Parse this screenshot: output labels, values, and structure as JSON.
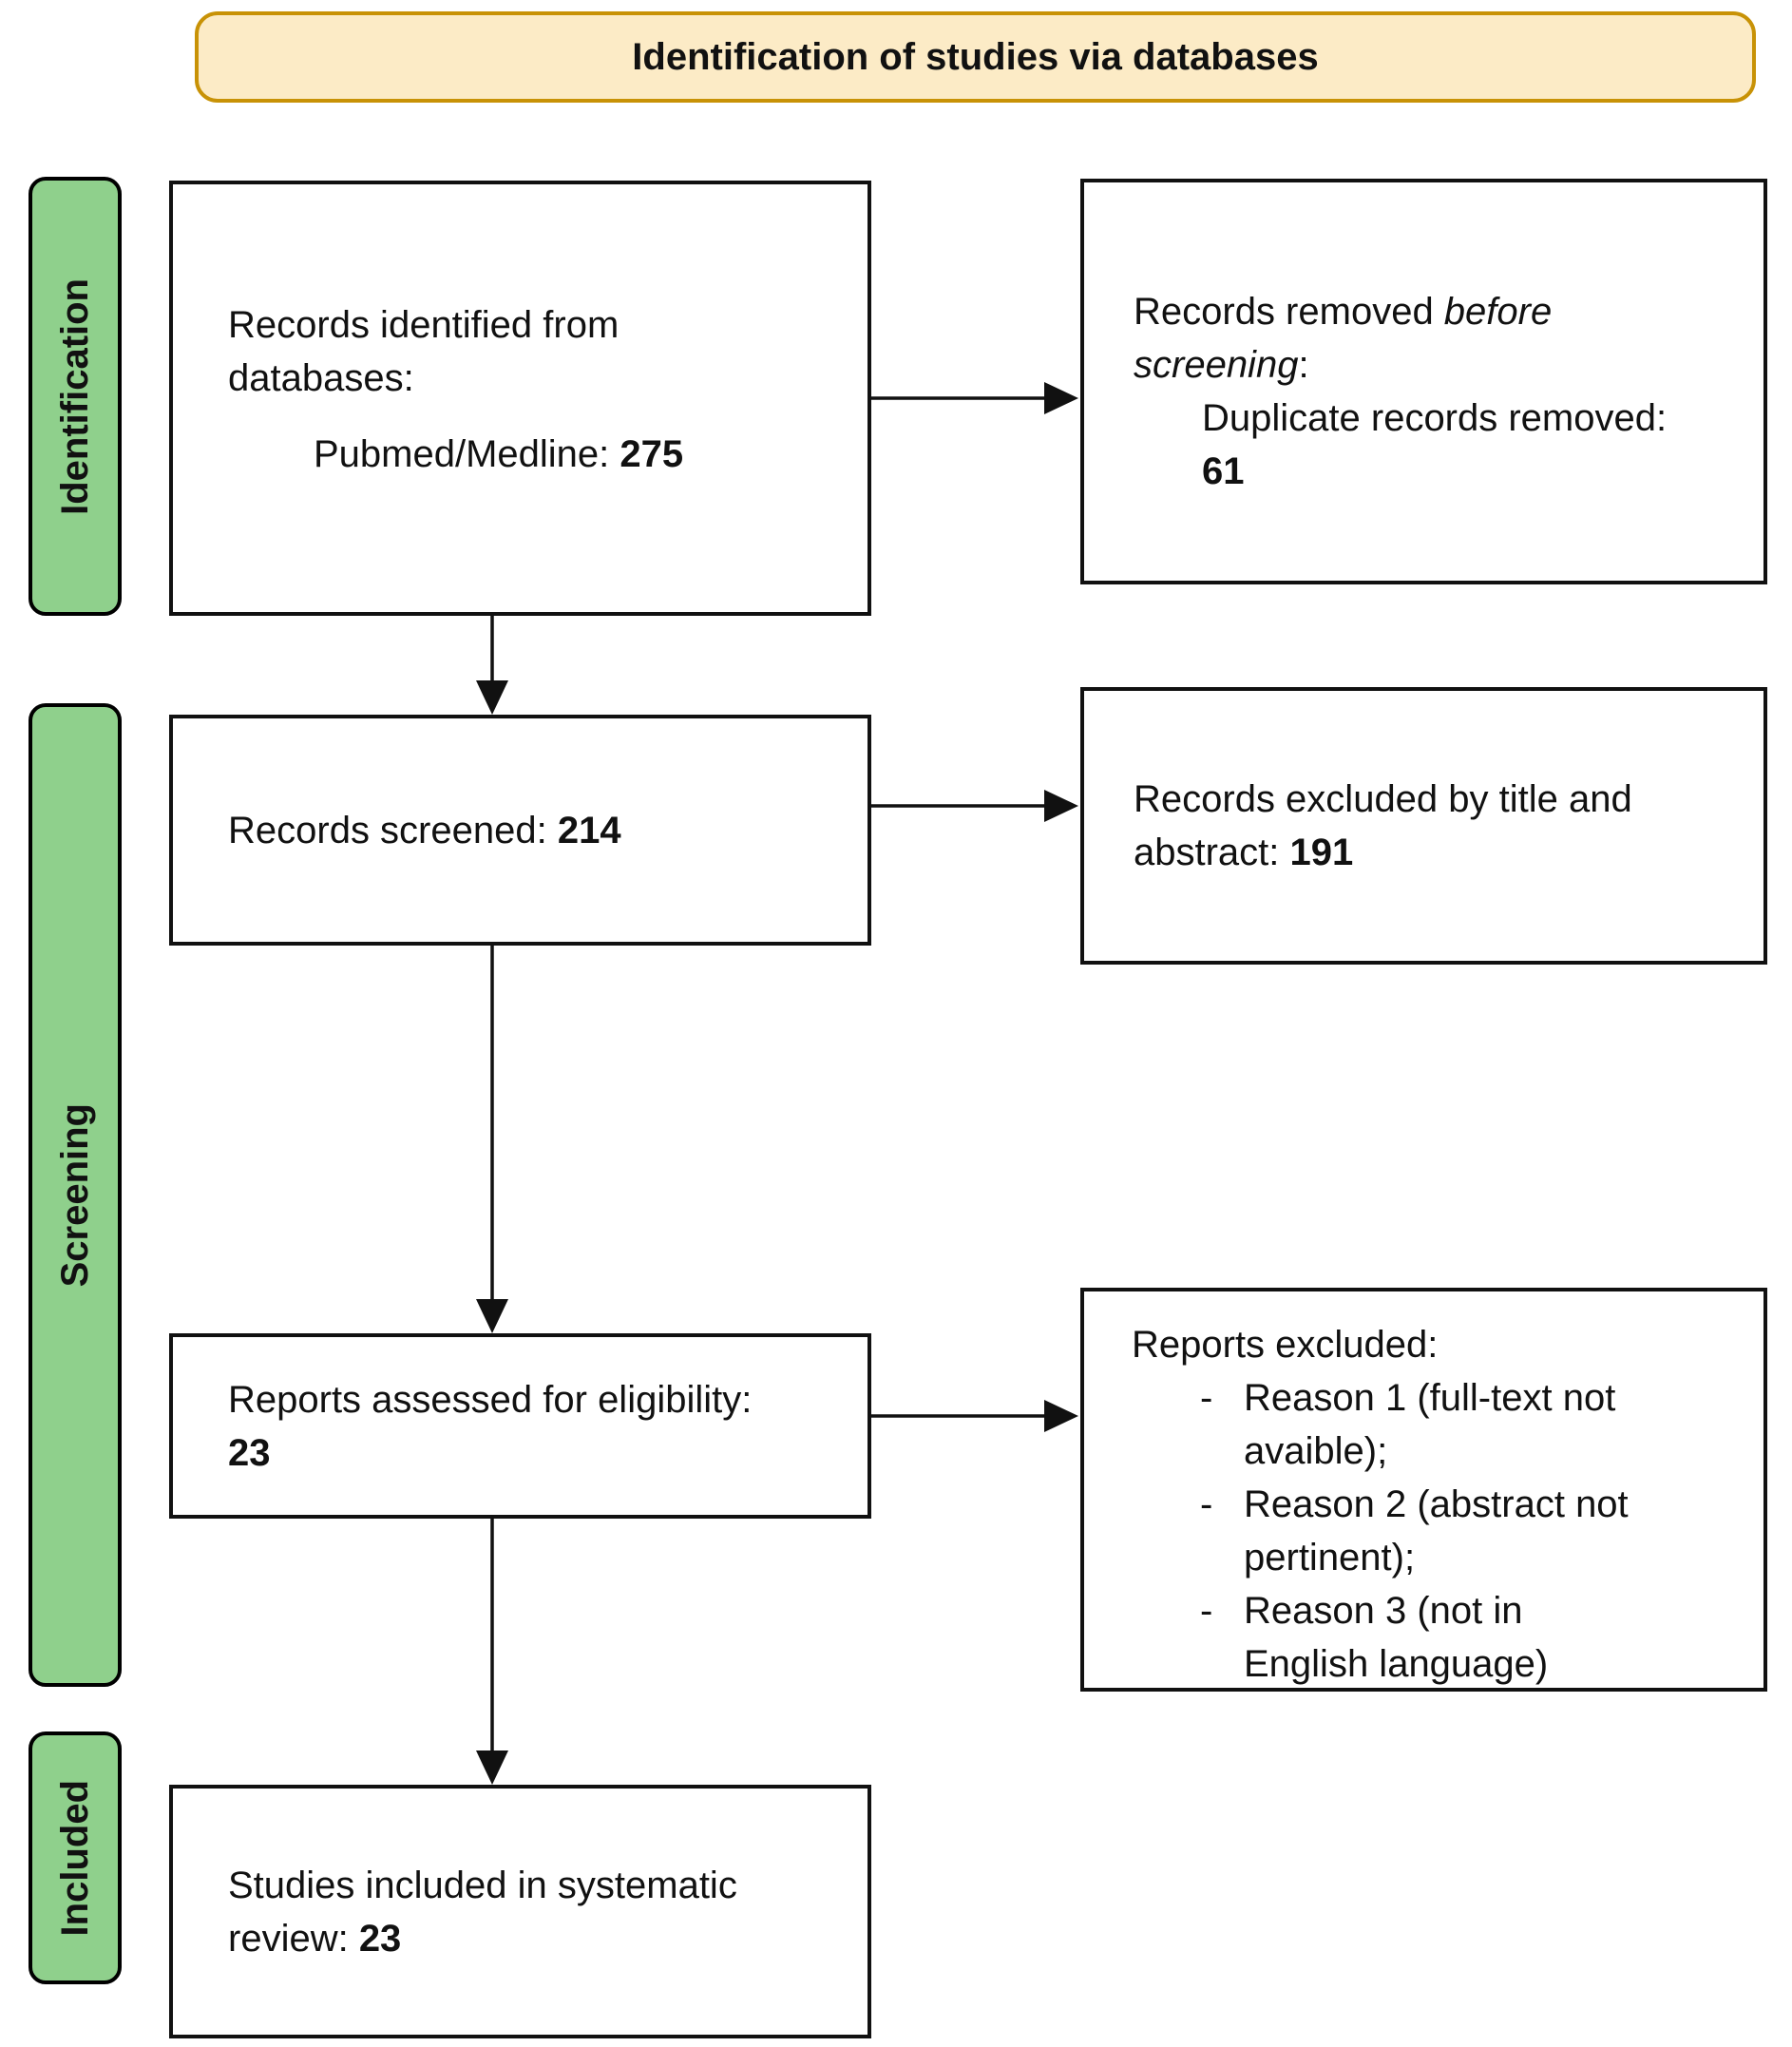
{
  "colors": {
    "banner_fill": "#FCEBC6",
    "banner_border": "#C89206",
    "stage_fill": "#8FD08C",
    "line": "#111111",
    "box_border": "#111111"
  },
  "banner": {
    "title": "Identification of studies via databases"
  },
  "stages": [
    {
      "label": "Identification"
    },
    {
      "label": "Screening"
    },
    {
      "label": "Included"
    }
  ],
  "boxes": {
    "records_identified": {
      "text": "Records identified from databases:",
      "source_label": "Pubmed/Medline: ",
      "source_value": "275"
    },
    "records_removed": {
      "lead": "Records removed ",
      "emphasis": "before screening",
      "tail": ":",
      "detail_label": "Duplicate records removed: ",
      "detail_value": "61"
    },
    "records_screened": {
      "label": "Records screened: ",
      "value": "214"
    },
    "records_excluded": {
      "label": "Records excluded by title and abstract: ",
      "value": "191"
    },
    "reports_assessed": {
      "label": "Reports assessed for eligibility: ",
      "value": "23"
    },
    "reports_excluded": {
      "title": "Reports excluded:",
      "bullet": "-",
      "reasons": [
        "Reason 1 (full-text not avaible);",
        "Reason 2 (abstract not pertinent);",
        "Reason 3 (not in English language)"
      ]
    },
    "studies_included": {
      "label": "Studies included in systematic review: ",
      "value": "23"
    }
  }
}
